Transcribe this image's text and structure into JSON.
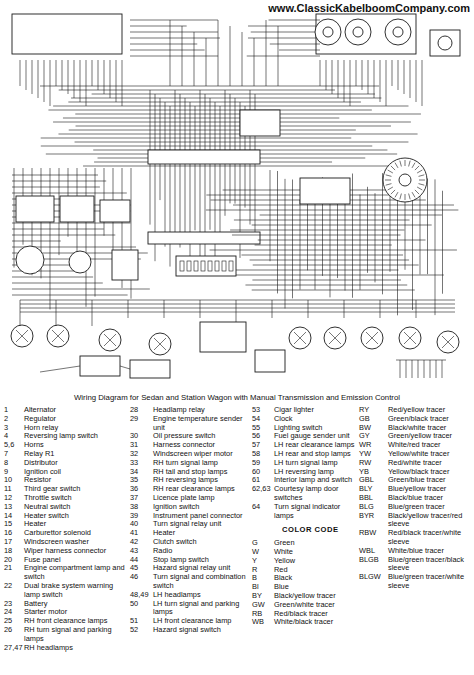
{
  "diagram": {
    "caption": "Wiring Diagram for Sedan and Station Wagon with Manual Transmission and Emission Control",
    "labels": [
      "www.ClassicKabelboomCompany.com",
      "1",
      "Alternator",
      "2",
      "Regulator",
      "3",
      "Horn relay",
      "4",
      "Reversing lamp switch",
      "5,6",
      "Horns",
      "7",
      "Relay R1",
      "8",
      "Distributor",
      "9",
      "Ignition coil",
      "10",
      "Resistor",
      "11",
      "Third gear switch",
      "12",
      "Throttle switch",
      "13",
      "Neutral switch",
      "14",
      "Heater switch",
      "15",
      "Heater",
      "16",
      "Carburettor solenoid",
      "17",
      "Windscreen washer",
      "18",
      "Wiper harness connector",
      "20",
      "Fuse panel",
      "21",
      "Engine compartment lamp and switch",
      "22",
      "Dual brake system warning lamp switch",
      "23",
      "Battery",
      "24",
      "Starter motor",
      "25",
      "RH front clearance lamps",
      "26",
      "RH turn signal and parking lamps",
      "27,47",
      "RH headlamps",
      "28",
      "Headlamp relay",
      "29",
      "Engine temperature sender unit",
      "30",
      "Oil pressure switch",
      "31",
      "Harness connector",
      "32",
      "Windscreen wiper motor",
      "33",
      "RH turn signal lamp",
      "34",
      "RH tail and stop lamps",
      "35",
      "RH reversing lamps",
      "36",
      "RH rear clearance lamps",
      "37",
      "Licence plate lamp",
      "38",
      "Ignition switch",
      "39",
      "Instrument panel connector",
      "40",
      "Turn signal relay unit",
      "41",
      "Heater",
      "42",
      "Clutch switch",
      "43",
      "Radio",
      "44",
      "Stop lamp switch",
      "45",
      "Hazard signal relay unit",
      "46",
      "Turn signal and combination switch",
      "48,49",
      "LH headlamps",
      "50",
      "LH turn signal and parking lamps",
      "51",
      "LH front clearance lamp",
      "52",
      "Hazard signal switch",
      "53",
      "Cigar lighter",
      "54",
      "Clock",
      "55",
      "Lighting switch",
      "56",
      "Fuel gauge sender unit",
      "57",
      "LH rear clearance lamps",
      "58",
      "LH rear and stop lamps",
      "59",
      "LH turn signal lamp",
      "60",
      "LH reversing lamp",
      "61",
      "Interior lamp and switch",
      "62,63",
      "Courtesy lamp door switches",
      "64",
      "Turn signal indicator lamps",
      "COLOR CODE",
      "G",
      "Green",
      "W",
      "White",
      "Y",
      "Yellow",
      "R",
      "Red",
      "B",
      "Black",
      "Bl",
      "Blue",
      "BY",
      "Black/yellow tracer",
      "GW",
      "Green/white tracer",
      "RB",
      "Red/black tracer",
      "WB",
      "White/black tracer",
      "RY",
      "Red/yellow tracer",
      "GB",
      "Green/black tracer",
      "BW",
      "Black/white tracer",
      "GY",
      "Green/yellow tracer",
      "WR",
      "White/red tracer",
      "YW",
      "Yellow/white tracer",
      "RW",
      "Red/white tracer",
      "YB",
      "Yellow/black tracer",
      "GBL",
      "Green/blue tracer",
      "BLY",
      "Blue/yellow tracer",
      "BBL",
      "Black/blue tracer",
      "BLG",
      "Blue/green tracer",
      "BYR",
      "Black/yellow tracer/red sleeve",
      "RBW",
      "Red/black tracer/white sleeve",
      "WBL",
      "White/blue tracer",
      "BLGB",
      "Blue/green tracer/black sleeve",
      "BLGW",
      "Blue/green tracer/white sleeve"
    ]
  }
}
